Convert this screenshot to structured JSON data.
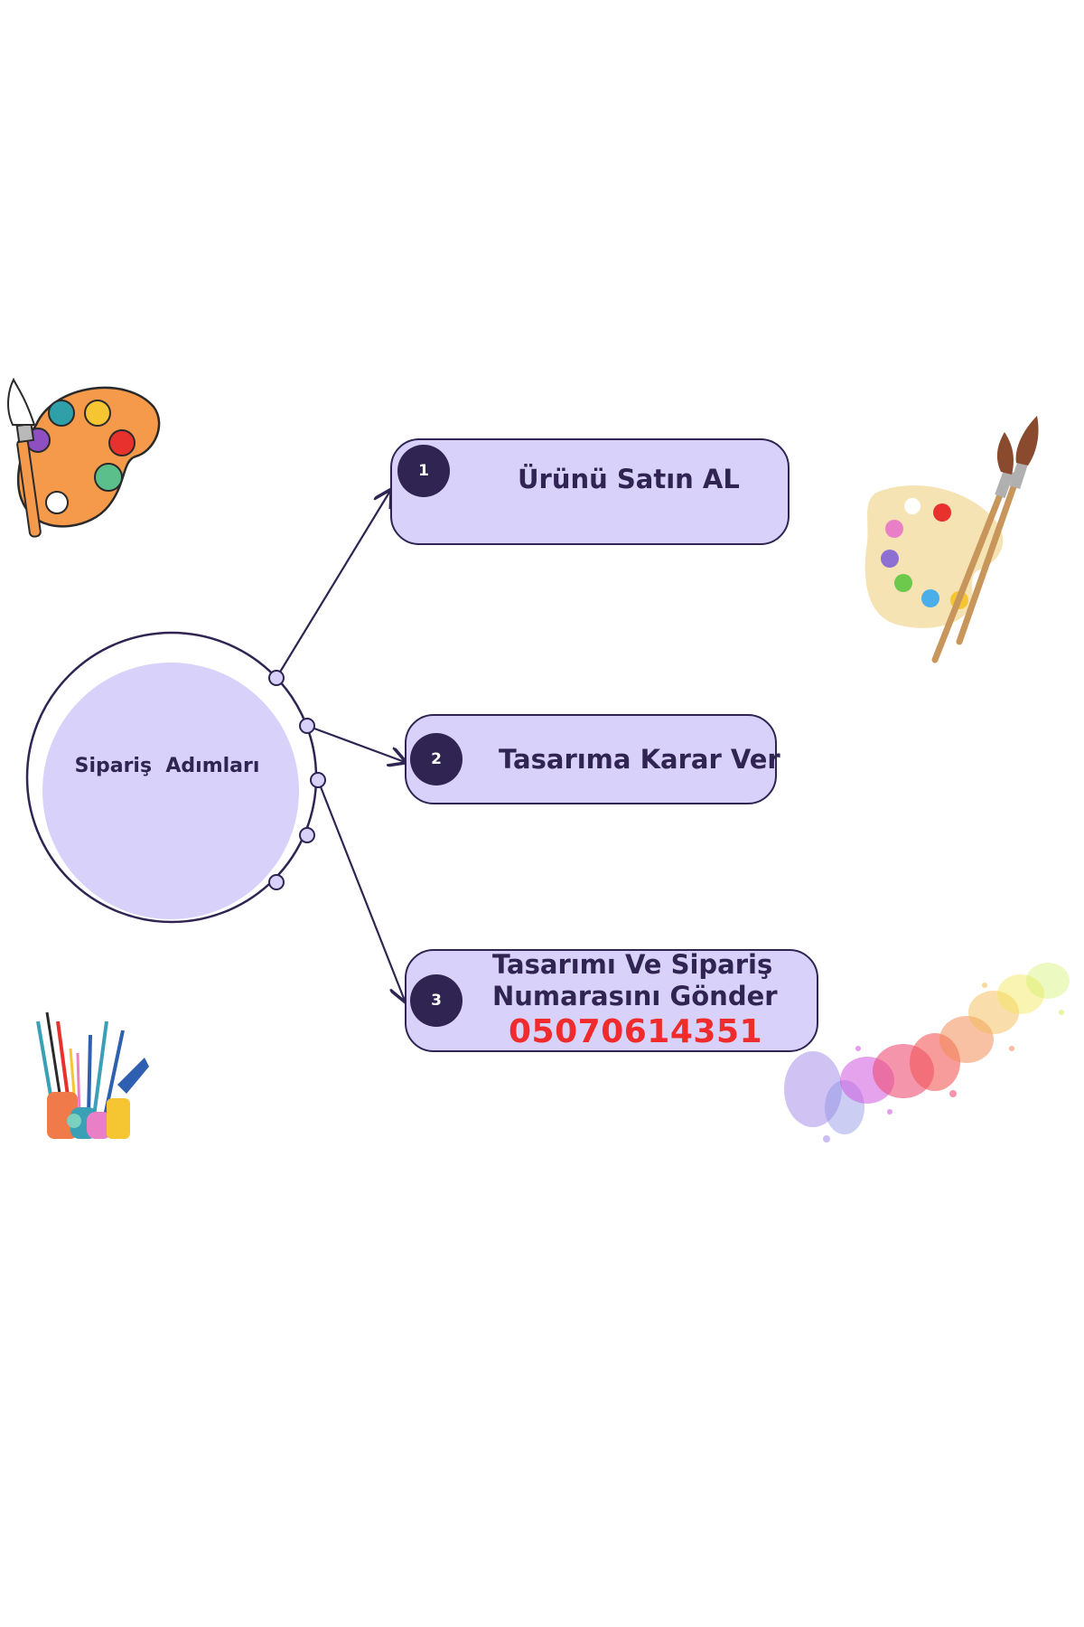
{
  "center": {
    "label": "Sipariş  Adımları"
  },
  "steps": [
    {
      "number": "1",
      "label": "Ürünü Satın AL"
    },
    {
      "number": "2",
      "label": "Tasarıma Karar Ver"
    },
    {
      "number": "3",
      "label_line1": "Tasarımı Ve Sipariş",
      "label_line2": "Numarasını Gönder",
      "phone": "05070614351"
    }
  ],
  "decorations": [
    "paint-palette-icon",
    "palette-with-brushes-icon",
    "brush-jar-icon",
    "color-splash-icon"
  ],
  "colors": {
    "box_fill": "#d8d2fb",
    "dark": "#2f2452",
    "phone": "#ef2b2b"
  }
}
